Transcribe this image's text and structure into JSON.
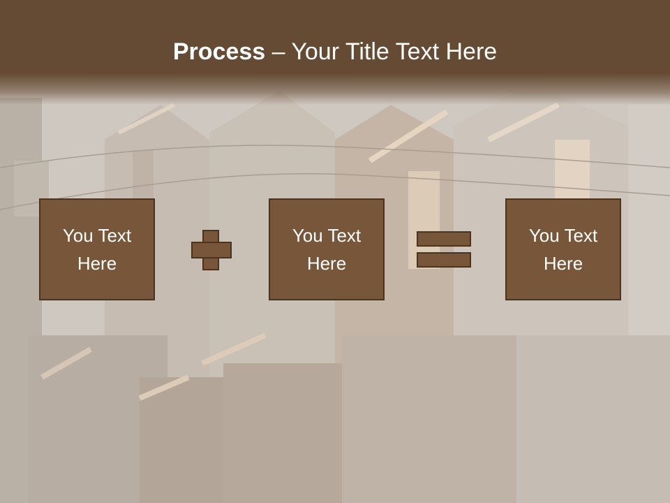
{
  "slide": {
    "title_bold": "Process",
    "title_rest": " – Your Title Text Here",
    "boxes": [
      {
        "line1": "You Text",
        "line2": "Here"
      },
      {
        "line1": "You Text",
        "line2": "Here"
      },
      {
        "line1": "You Text",
        "line2": "Here"
      }
    ],
    "operators": [
      "plus-icon",
      "equals-icon"
    ]
  },
  "colors": {
    "title_band": "#654b33",
    "box_fill": "#77563a",
    "box_border": "#4a3420",
    "text": "#ffffff",
    "background_tint": "#cbc4bd"
  }
}
